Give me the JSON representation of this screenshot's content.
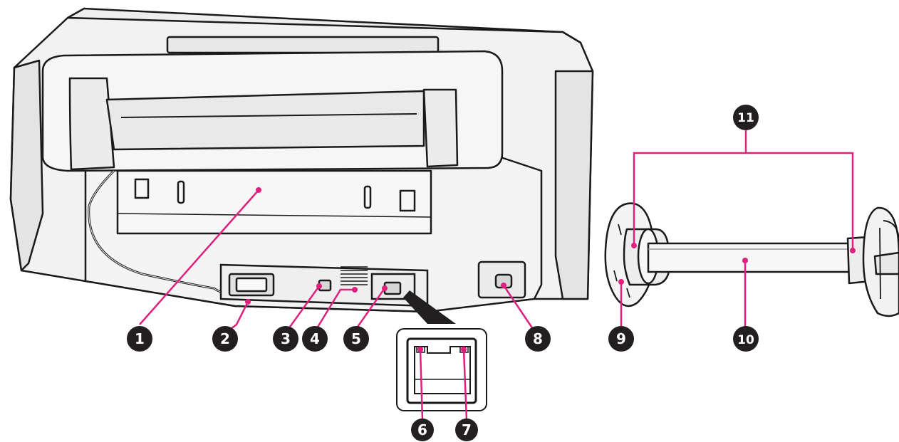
{
  "colors": {
    "leader": "#e0207f",
    "badge_fill": "#231f20",
    "badge_text": "#ffffff",
    "outline": "#1a1a1a",
    "printer_fill": "#f2f2f2",
    "printer_shade": "#e2e2e2"
  },
  "callouts": [
    {
      "num": "1",
      "part": "rear-cover"
    },
    {
      "num": "2",
      "part": "cable-connector"
    },
    {
      "num": "3",
      "part": "usb-port"
    },
    {
      "num": "4",
      "part": "vent"
    },
    {
      "num": "5",
      "part": "lan-port"
    },
    {
      "num": "6",
      "part": "lan-status-light"
    },
    {
      "num": "7",
      "part": "lan-data-light"
    },
    {
      "num": "8",
      "part": "ac-inlet"
    },
    {
      "num": "9",
      "part": "spindle-flange"
    },
    {
      "num": "10",
      "part": "spindle-shaft"
    },
    {
      "num": "11",
      "part": "spindle-stoppers"
    }
  ]
}
